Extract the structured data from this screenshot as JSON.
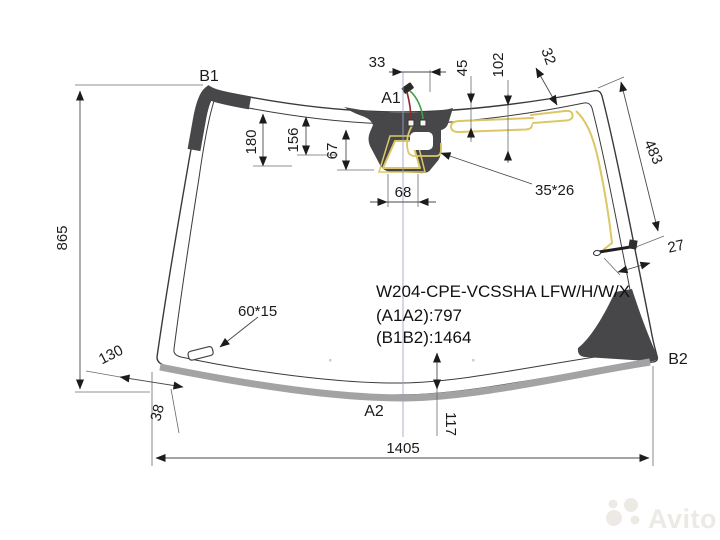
{
  "part": {
    "code": "W204-CPE-VCSSHA LFW/H/W/X",
    "a_span": "(A1A2):797",
    "b_span": "(B1B2):1464"
  },
  "points": {
    "b1": "B1",
    "a1": "A1",
    "a2": "A2",
    "b2": "B2"
  },
  "dims": {
    "overall_height": "865",
    "overall_width": "1405",
    "camera_offset": "33",
    "antenna_top_45": "45",
    "antenna_top_102": "102",
    "antenna_top_32": "32",
    "edge_180": "180",
    "edge_156": "156",
    "sensor_67": "67",
    "mirror_base_68": "68",
    "sensor_window": "35*26",
    "right_edge_483": "483",
    "connector_27": "27",
    "pad_size": "60*15",
    "corner_130": "130",
    "corner_38": "38",
    "bottom_117": "117"
  },
  "watermark": {
    "brand": "Avito"
  },
  "colors": {
    "shade_band": "#47474a",
    "ceramic_band": "#a3a3a3",
    "antenna": "#dcc766",
    "wire_red": "#8b2a2a",
    "wire_green": "#43a046",
    "centerline": "#9aa2c8"
  }
}
